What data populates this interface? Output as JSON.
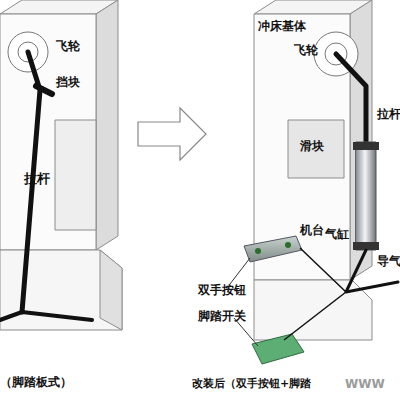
{
  "diagram": {
    "labels": [
      "飞轮",
      "挡块",
      "拉杆",
      "（脚踏板式）",
      "冲床基体",
      "飞轮",
      "滑块",
      "拉杆",
      "气缸",
      "导气",
      "机台",
      "双手按钮",
      "脚踏开关",
      "改装后（双手按钮+脚踏",
      "WWW"
    ]
  }
}
